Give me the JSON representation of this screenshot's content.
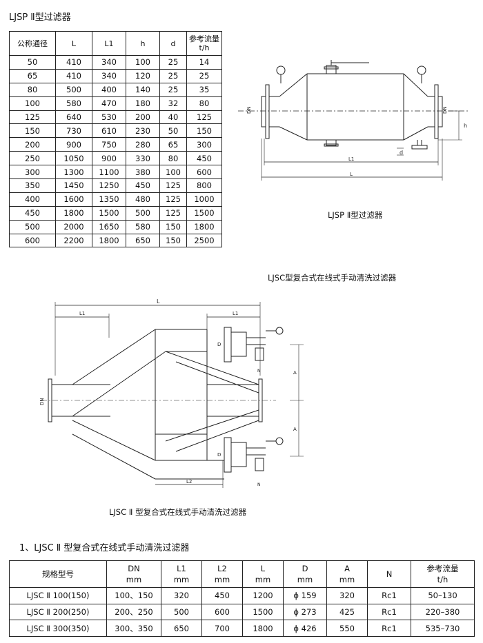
{
  "title1": "LJSP Ⅱ型过滤器",
  "table1": {
    "headers": [
      "公称通径",
      "L",
      "L1",
      "h",
      "d",
      "参考流量",
      "t/h"
    ],
    "rows": [
      [
        "50",
        "410",
        "340",
        "100",
        "25",
        "14"
      ],
      [
        "65",
        "410",
        "340",
        "120",
        "25",
        "25"
      ],
      [
        "80",
        "500",
        "400",
        "140",
        "25",
        "35"
      ],
      [
        "100",
        "580",
        "470",
        "180",
        "32",
        "80"
      ],
      [
        "125",
        "640",
        "530",
        "200",
        "40",
        "125"
      ],
      [
        "150",
        "730",
        "610",
        "230",
        "50",
        "150"
      ],
      [
        "200",
        "900",
        "750",
        "280",
        "65",
        "300"
      ],
      [
        "250",
        "1050",
        "900",
        "330",
        "80",
        "450"
      ],
      [
        "300",
        "1300",
        "1100",
        "380",
        "100",
        "600"
      ],
      [
        "350",
        "1450",
        "1250",
        "450",
        "125",
        "800"
      ],
      [
        "400",
        "1600",
        "1350",
        "480",
        "125",
        "1000"
      ],
      [
        "450",
        "1800",
        "1500",
        "500",
        "125",
        "1500"
      ],
      [
        "500",
        "2000",
        "1650",
        "580",
        "150",
        "1800"
      ],
      [
        "600",
        "2200",
        "1800",
        "650",
        "150",
        "2500"
      ]
    ]
  },
  "fig1": {
    "caption": "LJSP Ⅱ型过滤器",
    "labels": {
      "dn": "DN",
      "h": "h",
      "d": "d",
      "l1": "L1",
      "l": "L"
    }
  },
  "fig2": {
    "title": "LJSC型复合式在线式手动清洗过滤器",
    "caption": "LJSC Ⅱ 型复合式在线式手动清洗过滤器",
    "labels": {
      "l": "L",
      "l1": "L1",
      "l2": "L2",
      "d": "D",
      "dn": "DN",
      "a": "A",
      "n": "N"
    }
  },
  "section_title": "1、LJSC Ⅱ 型复合式在线式手动清洗过滤器",
  "table2": {
    "headers": [
      {
        "name": "规格型号",
        "unit": ""
      },
      {
        "name": "DN",
        "unit": "mm"
      },
      {
        "name": "L1",
        "unit": "mm"
      },
      {
        "name": "L2",
        "unit": "mm"
      },
      {
        "name": "L",
        "unit": "mm"
      },
      {
        "name": "D",
        "unit": "mm"
      },
      {
        "name": "A",
        "unit": "mm"
      },
      {
        "name": "N",
        "unit": ""
      },
      {
        "name": "参考流量",
        "unit": "t/h"
      }
    ],
    "rows": [
      [
        "LJSC Ⅱ 100(150)",
        "100、150",
        "320",
        "450",
        "1200",
        "ϕ 159",
        "320",
        "Rc1",
        "50–130"
      ],
      [
        "LJSC Ⅱ 200(250)",
        "200、250",
        "500",
        "600",
        "1500",
        "ϕ 273",
        "425",
        "Rc1",
        "220–380"
      ],
      [
        "LJSC Ⅱ 300(350)",
        "300、350",
        "650",
        "700",
        "1800",
        "ϕ 426",
        "550",
        "Rc1",
        "535–730"
      ]
    ]
  }
}
